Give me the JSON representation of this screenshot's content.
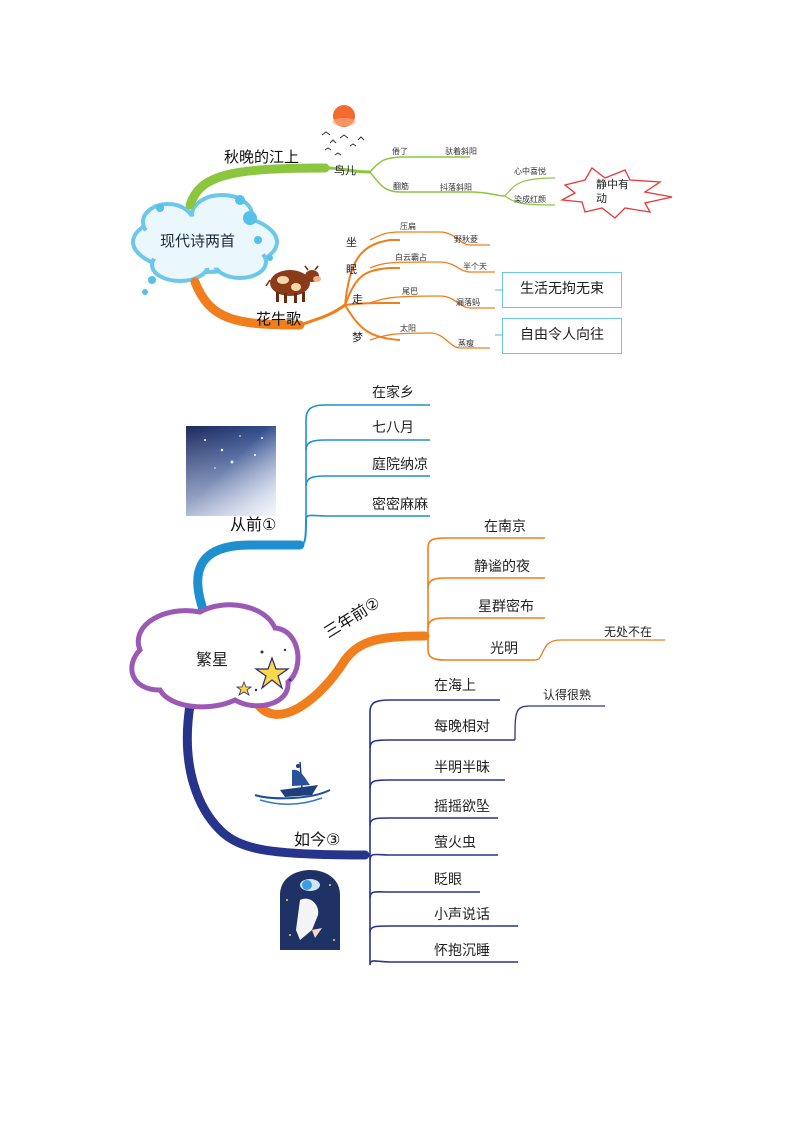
{
  "poems": {
    "center": "现代诗两首",
    "qiuwan": {
      "title": "秋晚的江上",
      "bird": "鸟儿",
      "juanle": "倦了",
      "bei_xieyang": "驮着斜阳",
      "fanjin": "翻筋",
      "luoxia": "抖落斜阳",
      "xinzhong": "心中喜悦",
      "biancheng": "染成红颜",
      "quiet": "静中有动"
    },
    "huaniu": {
      "title": "花牛歌",
      "zuo": "坐",
      "mian": "眠",
      "zou": "走",
      "meng": "梦",
      "yabian": "压扁",
      "yebige": "野秋菱",
      "baiyun": "白云霸占",
      "banbian": "半个天",
      "weiba": "尾巴",
      "liuying": "漏落蚂",
      "taiyang": "太阳",
      "shouti": "蒸瘦",
      "free1": "生活无拘无束",
      "free2": "自由令人向往"
    }
  },
  "stars": {
    "center": "繁星",
    "past": {
      "label": "从前①",
      "items": [
        "在家乡",
        "七八月",
        "庭院纳凉",
        "密密麻麻"
      ]
    },
    "three_years": {
      "label": "三年前②",
      "items": [
        "在南京",
        "静谧的夜",
        "星群密布",
        "光明"
      ],
      "sub": "无处不在"
    },
    "now": {
      "label": "如今③",
      "items": [
        "在海上",
        "每晚相对",
        "半明半昧",
        "摇摇欲坠",
        "萤火虫",
        "眨眼",
        "小声说话",
        "怀抱沉睡"
      ],
      "sub": "认得很熟"
    }
  },
  "colors": {
    "green": "#8cc63f",
    "orange": "#f07e1c",
    "blue": "#1e8fcf",
    "navy": "#27348b",
    "purple": "#9b59b6"
  }
}
